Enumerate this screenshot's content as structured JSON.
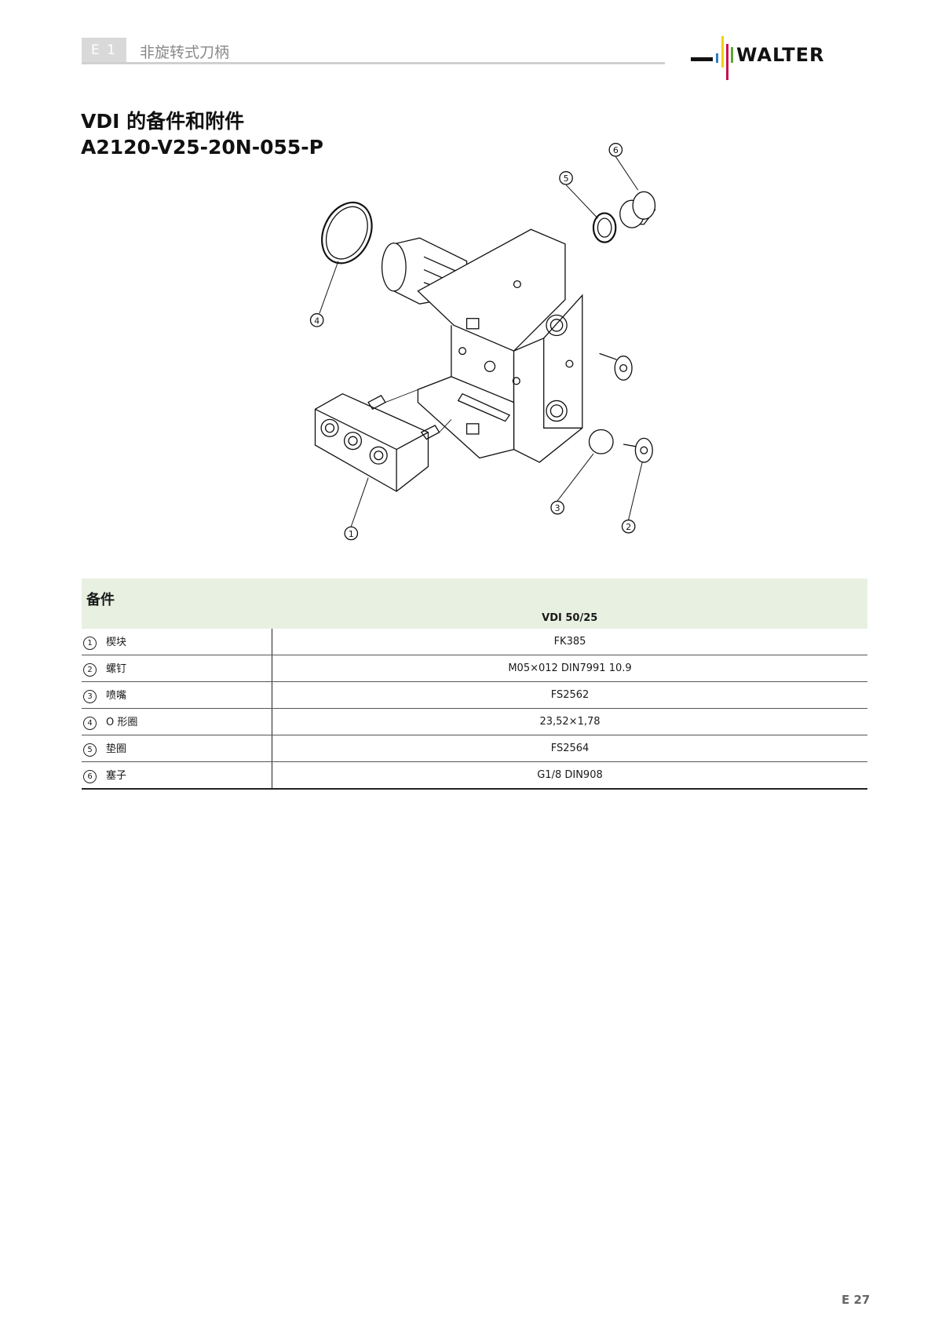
{
  "header": {
    "chapter": "E 1",
    "chapter_title": "非旋转式刀柄",
    "logo_text": "WALTER"
  },
  "title": {
    "line1": "VDI 的备件和附件",
    "line2": "A2120-V25-20N-055-P"
  },
  "diagram": {
    "callouts": [
      "1",
      "2",
      "3",
      "4",
      "5",
      "6"
    ]
  },
  "table": {
    "header_left": "备件",
    "header_right": "VDI 50/25",
    "rows": [
      {
        "num": "1",
        "name": "楔块",
        "value": "FK385"
      },
      {
        "num": "2",
        "name": "螺钉",
        "value": "M05×012 DIN7991 10.9"
      },
      {
        "num": "3",
        "name": "喷嘴",
        "value": "FS2562"
      },
      {
        "num": "4",
        "name": "O 形圈",
        "value": "23,52×1,78"
      },
      {
        "num": "5",
        "name": "垫圈",
        "value": "FS2564"
      },
      {
        "num": "6",
        "name": "塞子",
        "value": "G1/8 DIN908"
      }
    ]
  },
  "footer": {
    "page": "E 27"
  },
  "colors": {
    "header_band": "#e8f0e2",
    "chapter_box": "#d9d9d9",
    "logo_yellow": "#f2d100",
    "logo_red": "#c8104e",
    "logo_green": "#5aa532",
    "logo_blue": "#2a7fc1"
  }
}
